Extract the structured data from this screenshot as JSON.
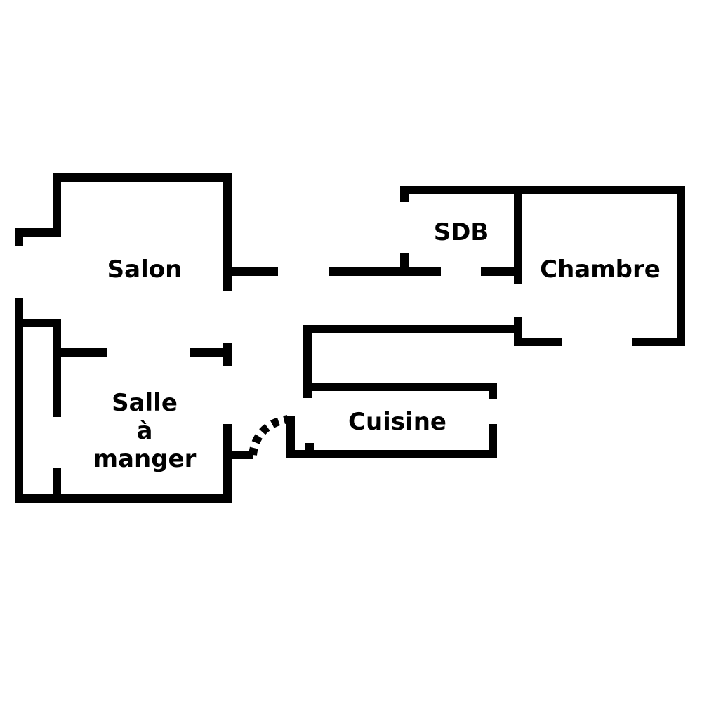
{
  "rooms": {
    "salon": "Salon",
    "sdb": "SDB",
    "chambre": "Chambre",
    "salle_line1": "Salle",
    "salle_line2": "à",
    "salle_line3": "manger",
    "cuisine": "Cuisine"
  },
  "colors": {
    "wall": "#000000",
    "background": "#ffffff"
  }
}
